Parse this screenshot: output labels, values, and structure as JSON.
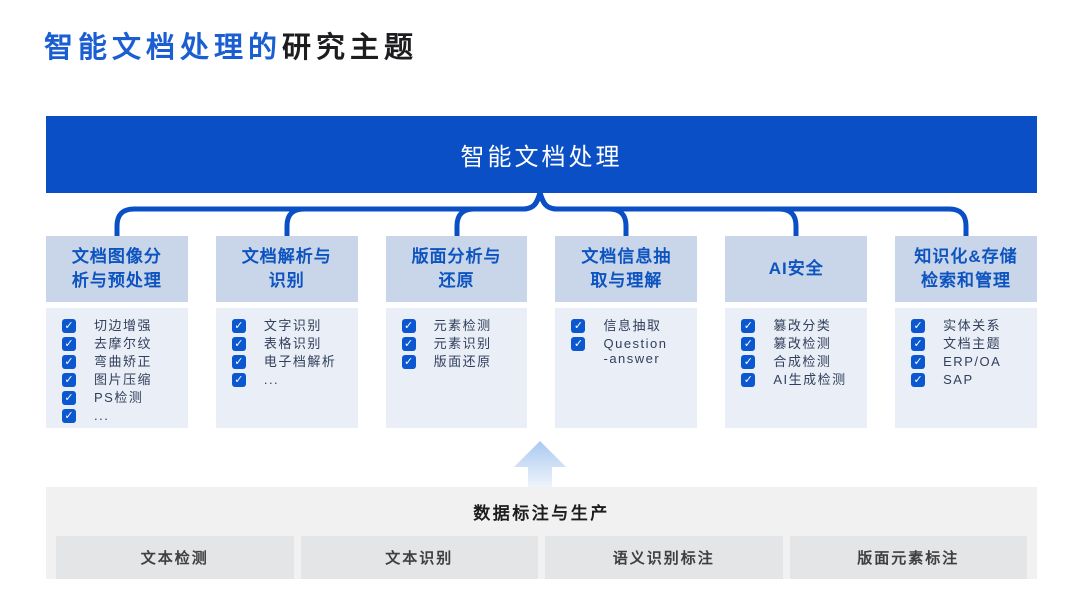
{
  "page_title": {
    "highlight": "智能文档处理的",
    "rest": "研究主题"
  },
  "root_node": {
    "label": "智能文档处理"
  },
  "columns": [
    {
      "header": "文档图像分\n析与预处理",
      "items": [
        "切边增强",
        "去摩尔纹",
        "弯曲矫正",
        "图片压缩",
        "PS检测",
        "..."
      ]
    },
    {
      "header": "文档解析与\n识别",
      "items": [
        "文字识别",
        "表格识别",
        "电子档解析",
        "..."
      ]
    },
    {
      "header": "版面分析与\n还原",
      "items": [
        "元素检测",
        "元素识别",
        "版面还原"
      ]
    },
    {
      "header": "文档信息抽\n取与理解",
      "items": [
        "信息抽取",
        "Question\n-answer"
      ]
    },
    {
      "header": "AI安全",
      "items": [
        "篡改分类",
        "篡改检测",
        "合成检测",
        "AI生成检测"
      ]
    },
    {
      "header": "知识化&存储\n检索和管理",
      "items": [
        "实体关系",
        "文档主题",
        "ERP/OA",
        "SAP"
      ]
    }
  ],
  "foundation": {
    "title": "数据标注与生产",
    "items": [
      "文本检测",
      "文本识别",
      "语义识别标注",
      "版面元素标注"
    ]
  },
  "icons": {
    "checkbox_checked": "✓",
    "up_arrow": "arrow-up"
  },
  "colors": {
    "accent": "#0a4fc6",
    "title_blue": "#1a5ed2",
    "title_dark": "#1d1d1f",
    "header_bg": "#c9d5e8",
    "header_text": "#0d54c0",
    "items_bg": "#eaeef6",
    "item_text": "#31405c",
    "checkbox_bg": "#0b57d0",
    "panel_bg": "#f1f1f2",
    "panel_box_bg": "#e4e5e7",
    "panel_text": "#3f3f3f",
    "arrow_top": "#a9c9ef",
    "arrow_bottom": "#eef4fc"
  }
}
